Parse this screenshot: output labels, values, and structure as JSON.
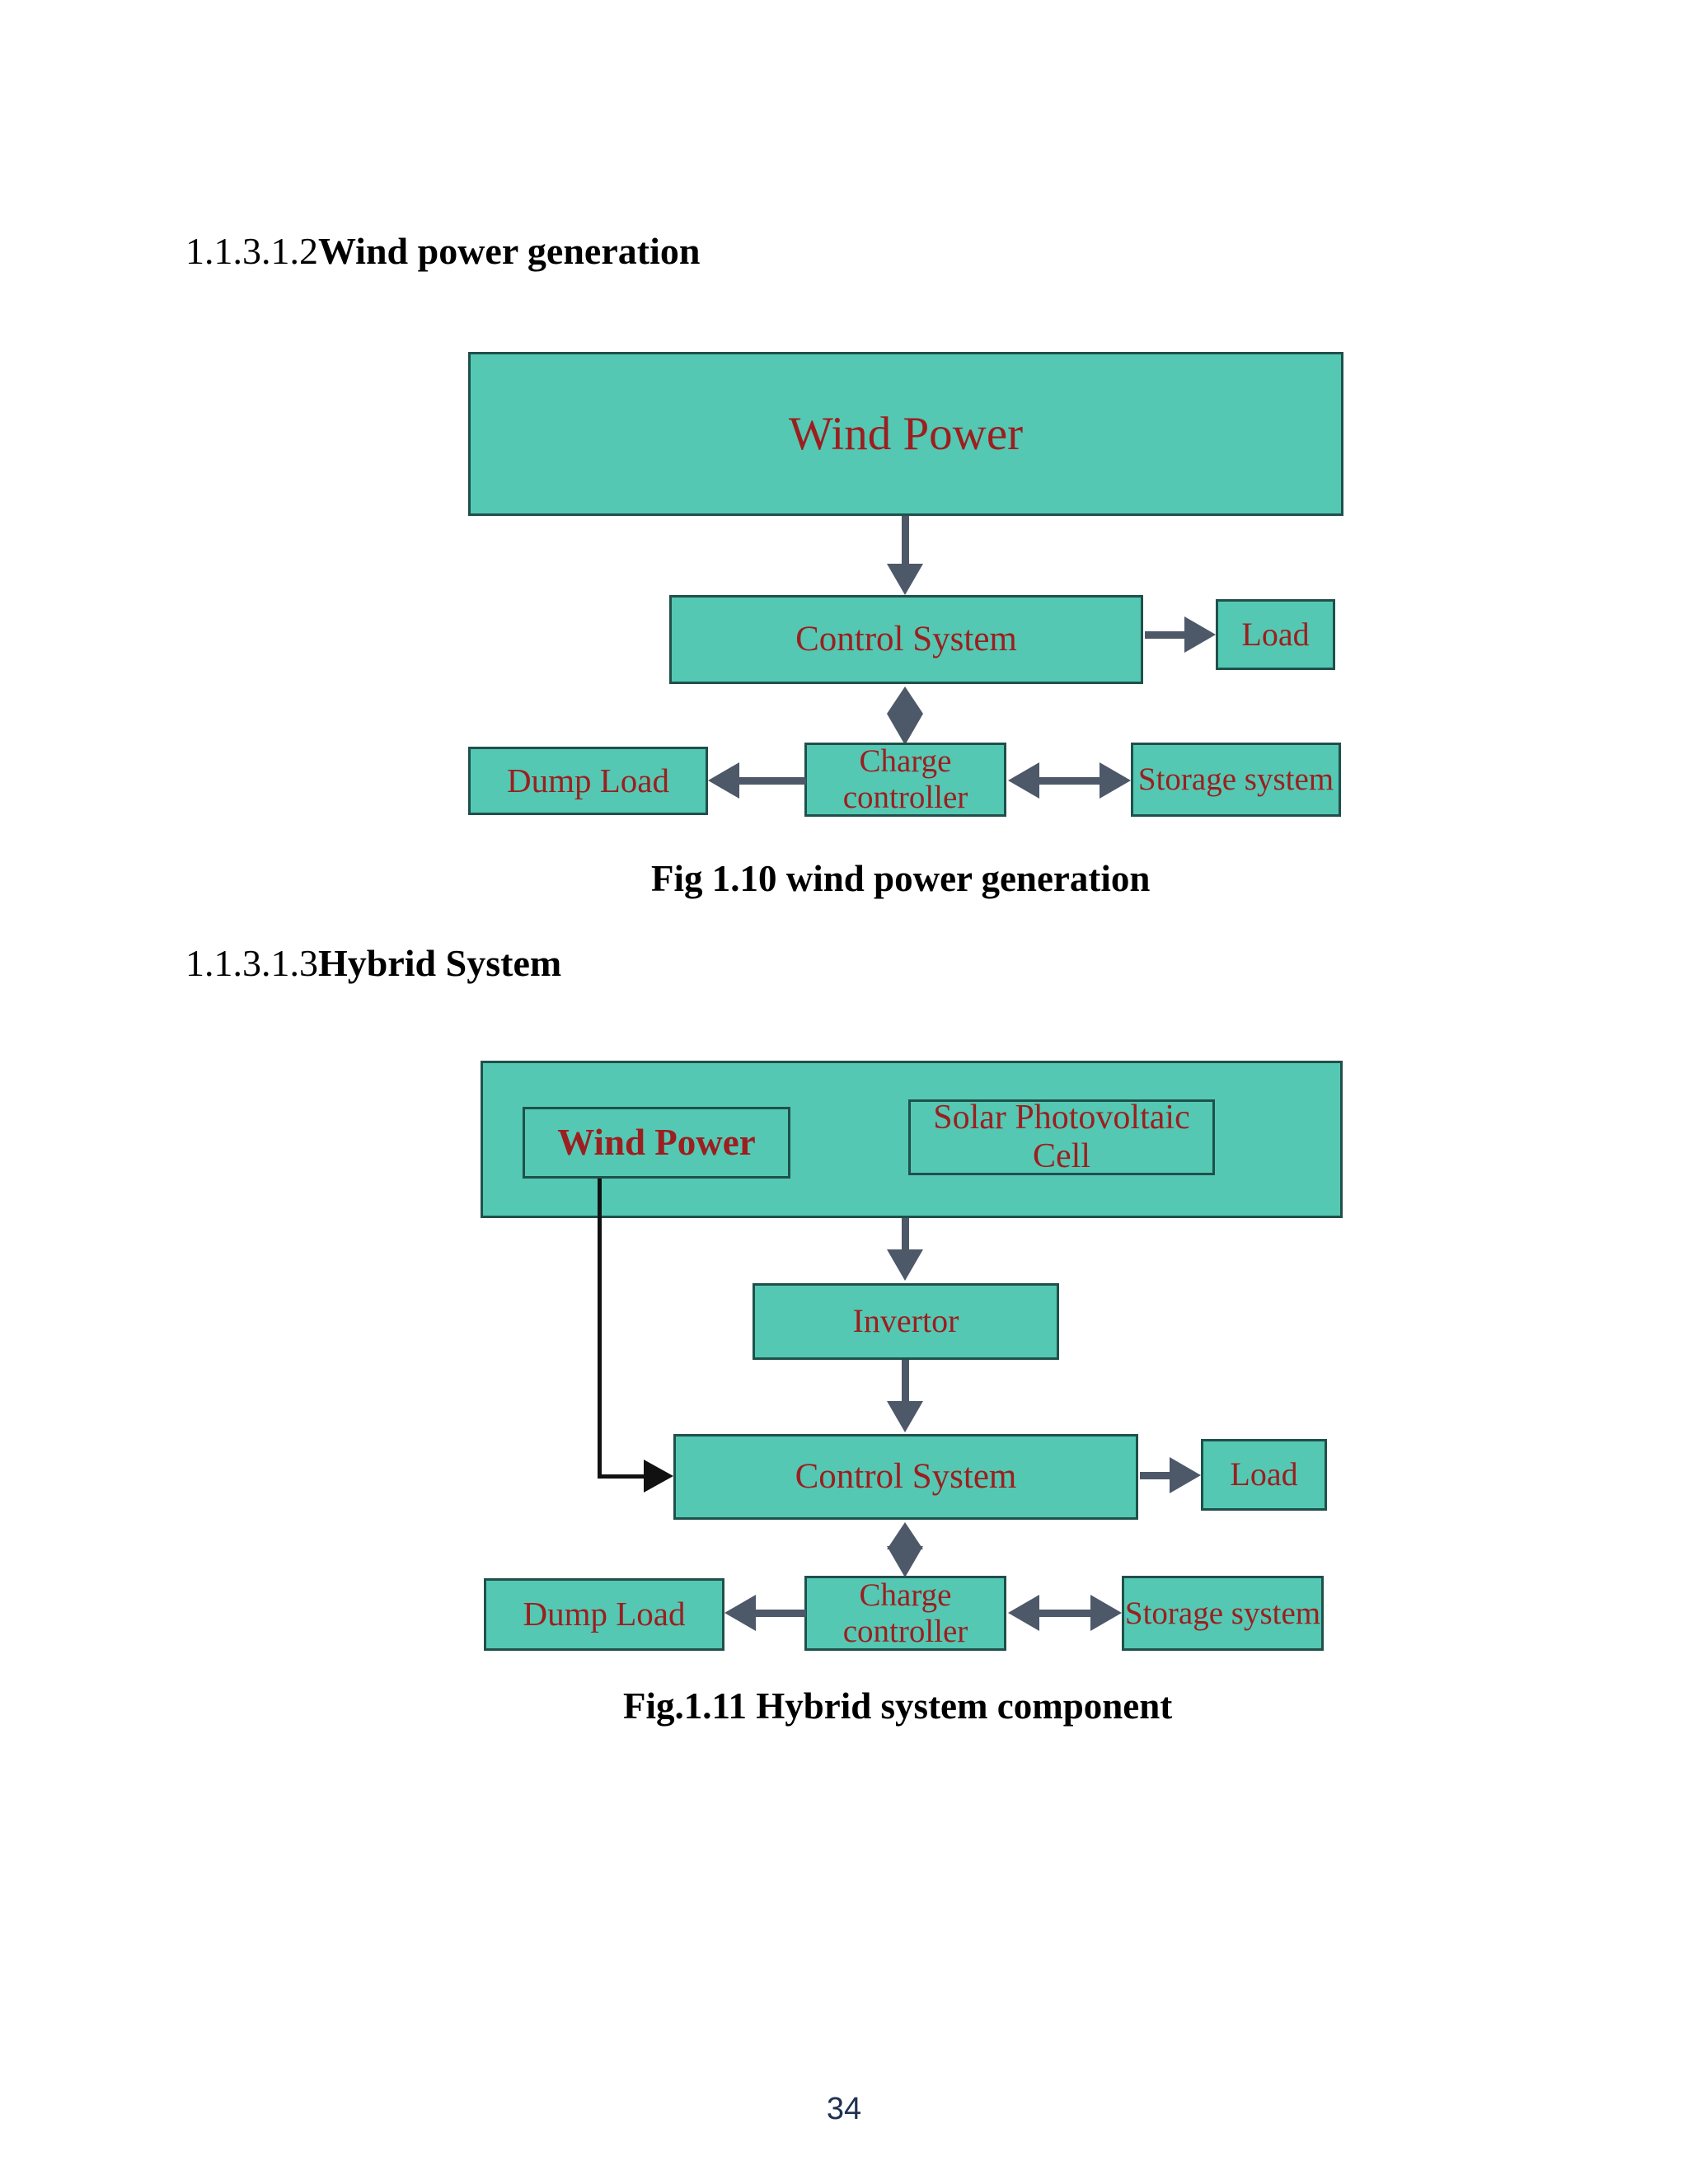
{
  "document": {
    "sections": [
      {
        "heading_number": "1.1.3.1.2",
        "heading_title": "Wind power generation",
        "figure_caption": "Fig 1.10 wind power generation"
      },
      {
        "heading_number": "1.1.3.1.3",
        "heading_title": "Hybrid System",
        "figure_caption": "Fig.1.11 Hybrid system component"
      }
    ],
    "page_number": "34"
  },
  "diagram_wind": {
    "nodes": {
      "wind_power": "Wind Power",
      "control_system": "Control System",
      "load": "Load",
      "dump_load": "Dump Load",
      "charge_controller": "Charge controller",
      "storage_system": "Storage system"
    }
  },
  "diagram_hybrid": {
    "nodes": {
      "wind_power": "Wind Power",
      "solar_cell": "Solar Photovoltaic Cell",
      "invertor": "Invertor",
      "control_system": "Control System",
      "load": "Load",
      "dump_load": "Dump Load",
      "charge_controller": "Charge controller",
      "storage_system": "Storage system"
    }
  },
  "colors": {
    "box_fill": "#54c8b3",
    "box_border": "#20504b",
    "box_label_red": "#9b1f1f",
    "arrow_slate": "#4d5869",
    "arrow_black": "#111111",
    "heading_text": "#000000",
    "page_number": "#1f3150"
  }
}
